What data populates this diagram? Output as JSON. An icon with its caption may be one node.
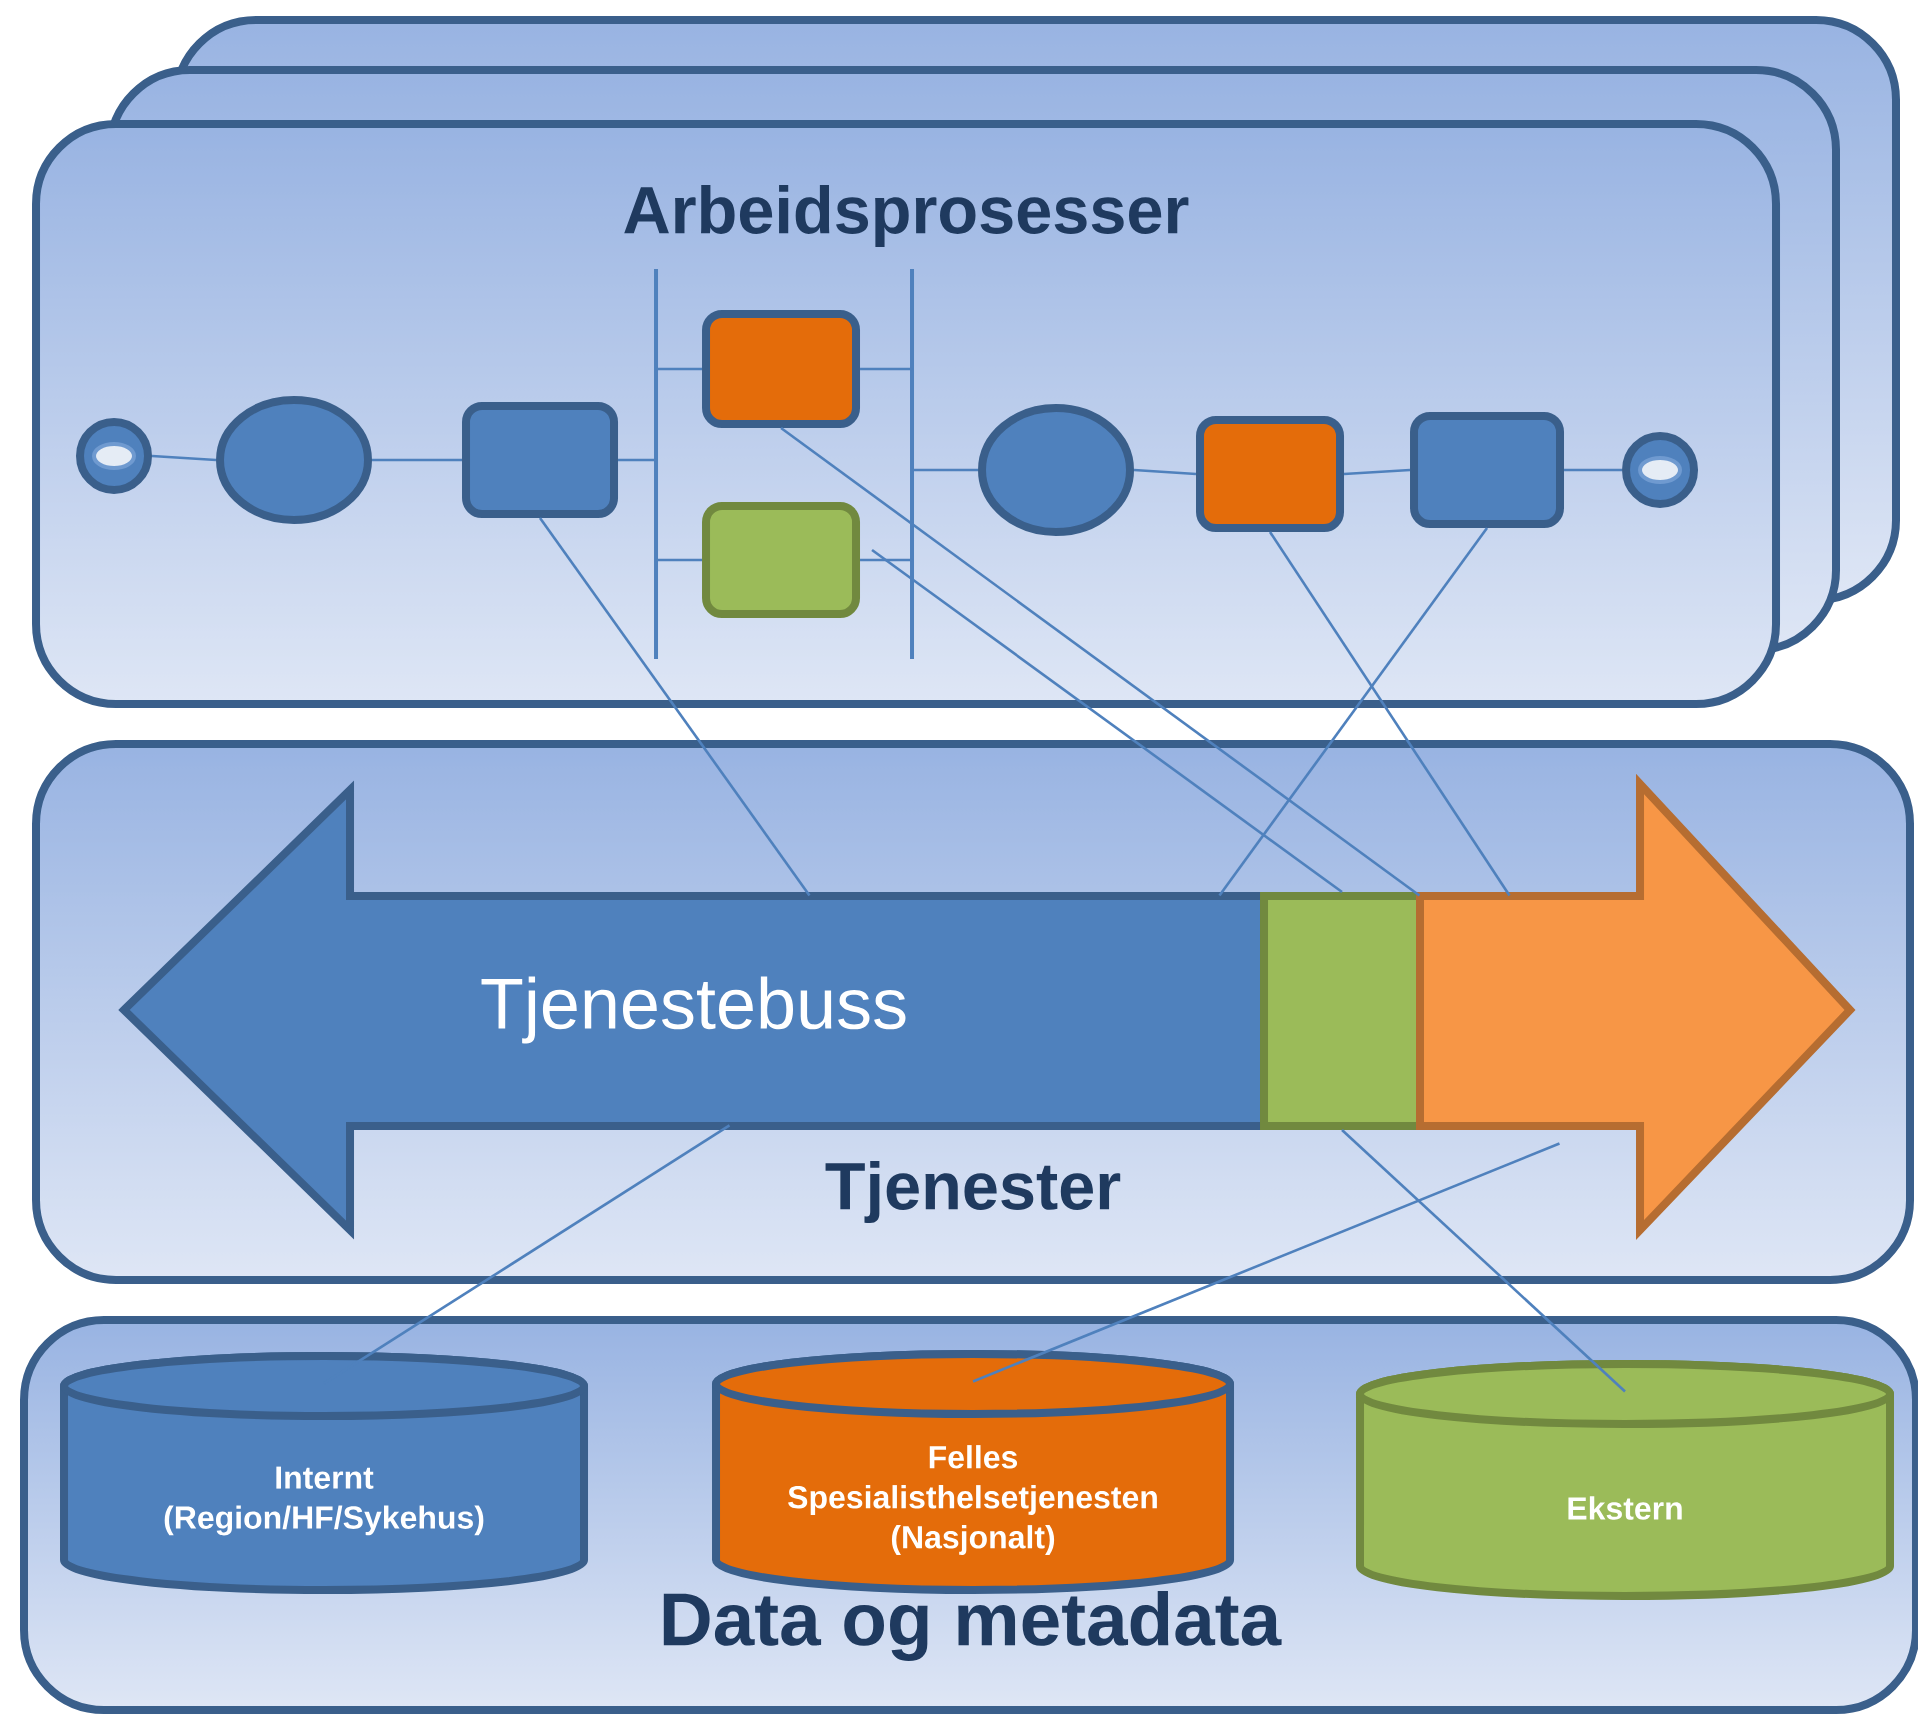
{
  "diagram": {
    "nodes": [
      {
        "text": [
          "Arbeidsprosesser"
        ]
      },
      {
        "text": [],
        "shape": "circle",
        "in": 0
      },
      {
        "text": [],
        "shape": "ellipse",
        "in": 0
      },
      {
        "text": [],
        "shape": "box",
        "in": 0
      },
      {
        "text": [],
        "shape": "bar",
        "in": 0
      },
      {
        "text": [],
        "shape": "box",
        "in": 0
      },
      {
        "text": [],
        "shape": "box",
        "in": 0
      },
      {
        "text": [],
        "shape": "bar",
        "in": 0
      },
      {
        "text": [],
        "shape": "ellipse",
        "in": 0
      },
      {
        "text": [],
        "shape": "box",
        "in": 0
      },
      {
        "text": [],
        "shape": "box",
        "in": 0
      },
      {
        "text": [],
        "shape": "circle",
        "in": 0
      },
      {
        "text": [
          "Tjenester"
        ]
      },
      {
        "text": [
          "Tjenestebuss"
        ],
        "in": 12
      },
      {
        "text": [],
        "shape": "box",
        "in": 12
      },
      {
        "text": [],
        "shape": "arrow",
        "in": 12
      },
      {
        "text": [
          "Data og metadata"
        ]
      },
      {
        "text": [
          "Internt (Region/HF/Sykehus)"
        ],
        "in": 16
      },
      {
        "text": [
          "Felles Spesialisthelsetjenesten (Nasjonalt)"
        ],
        "in": 16
      },
      {
        "text": [
          "Ekstern"
        ],
        "in": 16
      }
    ],
    "edges": [
      {
        "from": 1,
        "to": 2,
        "arrow": "none"
      },
      {
        "from": 2,
        "to": 3,
        "arrow": "none"
      },
      {
        "from": 3,
        "to": 4,
        "arrow": "none"
      },
      {
        "from": 4,
        "to": 5,
        "arrow": "none"
      },
      {
        "from": 4,
        "to": 6,
        "arrow": "none"
      },
      {
        "from": 5,
        "to": 7,
        "arrow": "none"
      },
      {
        "from": 6,
        "to": 7,
        "arrow": "none"
      },
      {
        "from": 7,
        "to": 8,
        "arrow": "none"
      },
      {
        "from": 8,
        "to": 9,
        "arrow": "none"
      },
      {
        "from": 9,
        "to": 10,
        "arrow": "none"
      },
      {
        "from": 10,
        "to": 11,
        "arrow": "none"
      },
      {
        "from": 3,
        "to": 13,
        "arrow": "none"
      },
      {
        "from": 5,
        "to": 15,
        "arrow": "none"
      },
      {
        "from": 6,
        "to": 14,
        "arrow": "none"
      },
      {
        "from": 9,
        "to": 15,
        "arrow": "none"
      },
      {
        "from": 10,
        "to": 13,
        "arrow": "none"
      },
      {
        "from": 13,
        "to": 17,
        "arrow": "none"
      },
      {
        "from": 15,
        "to": 18,
        "arrow": "none"
      },
      {
        "from": 14,
        "to": 19,
        "arrow": "none"
      }
    ]
  }
}
